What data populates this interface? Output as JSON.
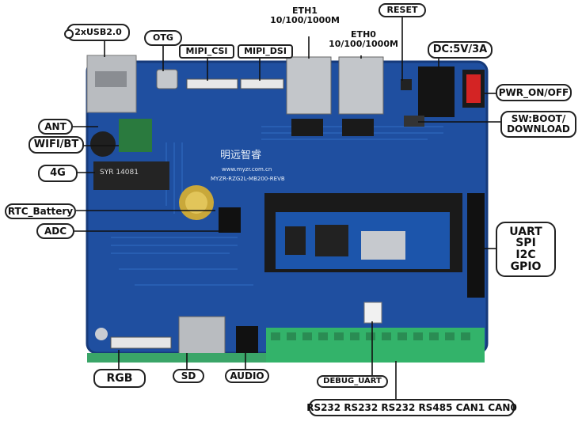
{
  "labels": {
    "usb": "2xUSB2.0",
    "otg": "OTG",
    "mipi_csi": "MIPI_CSI",
    "mipi_dsi": "MIPI_DSI",
    "eth1_title": "ETH1",
    "eth1_speed": "10/100/1000M",
    "eth0_title": "ETH0",
    "eth0_speed": "10/100/1000M",
    "reset": "RESET",
    "dc": "DC:5V/3A",
    "pwr": "PWR_ON/OFF",
    "sw_line1": "SW:BOOT/",
    "sw_line2": "DOWNLOAD",
    "ant": "ANT",
    "wifi": "WIFI/BT",
    "g4": "4G",
    "rtc": "RTC_Battery",
    "adc": "ADC",
    "uart_line1": "UART",
    "uart_line2": "SPI",
    "uart_line3": "I2C",
    "uart_line4": "GPIO",
    "rgb": "RGB",
    "sd": "SD",
    "audio": "AUDIO",
    "debug_uart": "DEBUG_UART",
    "serial": "RS232 RS232 RS232 RS485 CAN1 CAN0"
  },
  "board_text": {
    "brand": "明远智睿",
    "url": "www.myzr.com.cn",
    "model": "MYZR-RZG2L-MB200-REVB",
    "sim": "SYR 14081"
  },
  "colors": {
    "pcb": "#1f4fa0",
    "terminal": "#33b36a",
    "socket": "#1a1a1a",
    "metal": "#b9bcc0"
  }
}
